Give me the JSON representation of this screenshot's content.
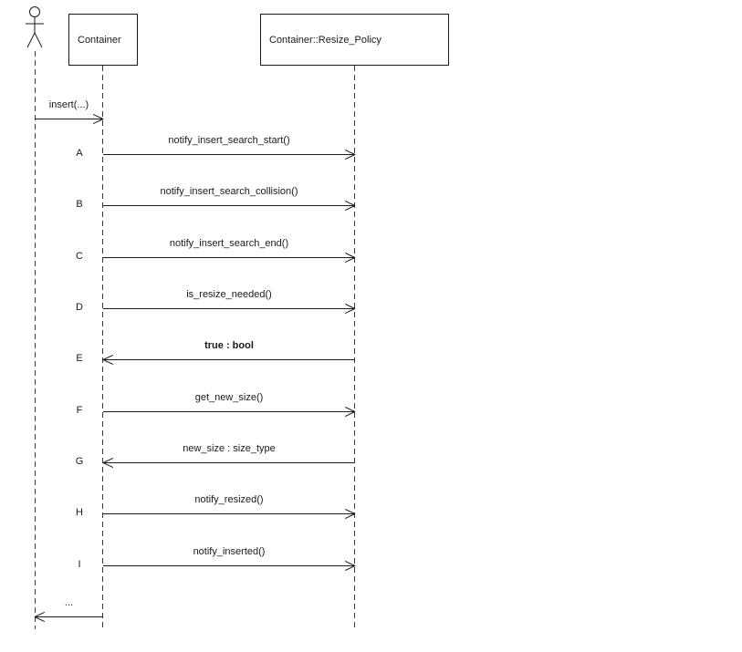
{
  "diagram": {
    "participants": {
      "actor": {
        "name": "actor"
      },
      "container": {
        "label": "Container"
      },
      "resize_policy": {
        "label": "Container::Resize_Policy"
      }
    },
    "messages": [
      {
        "letter": "",
        "label": "insert(...)"
      },
      {
        "letter": "A",
        "label": "notify_insert_search_start()"
      },
      {
        "letter": "B",
        "label": "notify_insert_search_collision()"
      },
      {
        "letter": "C",
        "label": "notify_insert_search_end()"
      },
      {
        "letter": "D",
        "label": "is_resize_needed()"
      },
      {
        "letter": "E",
        "label": "true : bool"
      },
      {
        "letter": "F",
        "label": "get_new_size()"
      },
      {
        "letter": "G",
        "label": "new_size : size_type"
      },
      {
        "letter": "H",
        "label": "notify_resized()"
      },
      {
        "letter": "I",
        "label": "notify_inserted()"
      },
      {
        "letter": "",
        "label": "..."
      }
    ]
  }
}
